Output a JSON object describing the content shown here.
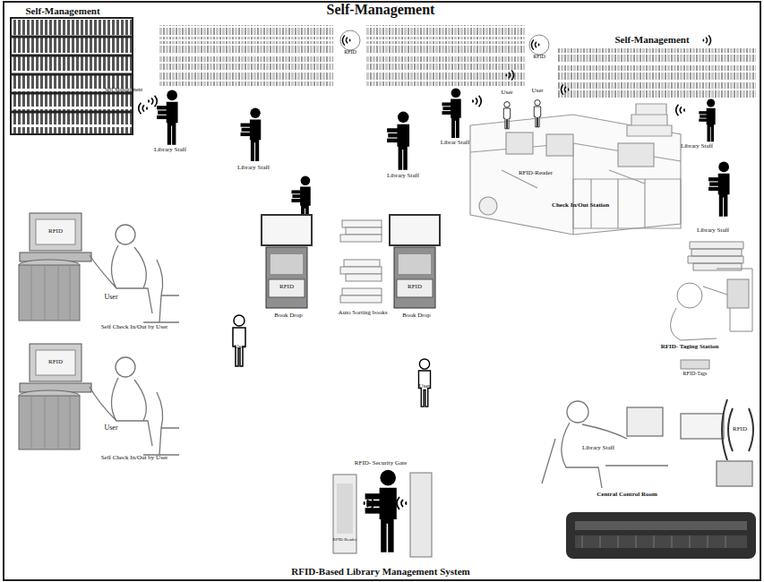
{
  "diagram": {
    "title": "Self-Management",
    "caption": "RFID-Based Library Management System",
    "labels": [
      "Self-Management",
      "Self Management",
      "RFID",
      "RFID",
      "Self-Management",
      "Library Staff",
      "Library Staff",
      "Librar Staff",
      "Library Staff",
      "User",
      "User",
      "RFID-Reader",
      "Check In/Out Station",
      "Library Staff",
      "Library Staff",
      "RFID",
      "User",
      "Self Check In/Out by User",
      "RFID",
      "User",
      "Self Check In/Out by User",
      "User",
      "Book Drop",
      "Auto Sorting books",
      "Book Drop",
      "User",
      "RFID- Taging Station",
      "RFID-Tags",
      "RFID",
      "Library Staff",
      "Central Control Room",
      "RFID- Security Gate",
      "RFID Reader",
      "RFID",
      "RFID"
    ]
  }
}
